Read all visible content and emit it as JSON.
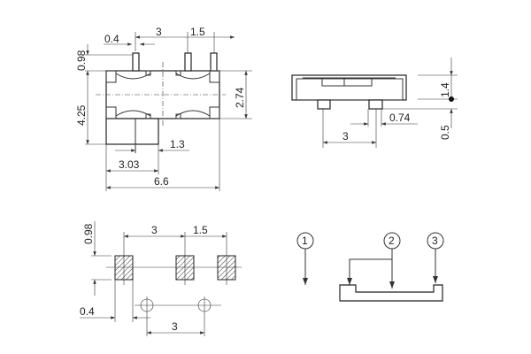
{
  "top_view": {
    "d_04": "0.4",
    "d_3": "3",
    "d_15": "1.5",
    "d_098": "0.98",
    "d_425": "4.25",
    "d_274": "2.74",
    "d_13": "1.3",
    "d_303": "3.03",
    "d_66": "6.6"
  },
  "side_view": {
    "d_14": "1.4",
    "d_05": "0.5",
    "d_074": "0.74",
    "d_3": "3"
  },
  "footprint": {
    "d_098": "0.98",
    "d_3": "3",
    "d_15": "1.5",
    "d_04": "0.4",
    "d_3b": "3"
  },
  "pinout": {
    "pin1": "1",
    "pin2": "2",
    "pin3": "3"
  }
}
